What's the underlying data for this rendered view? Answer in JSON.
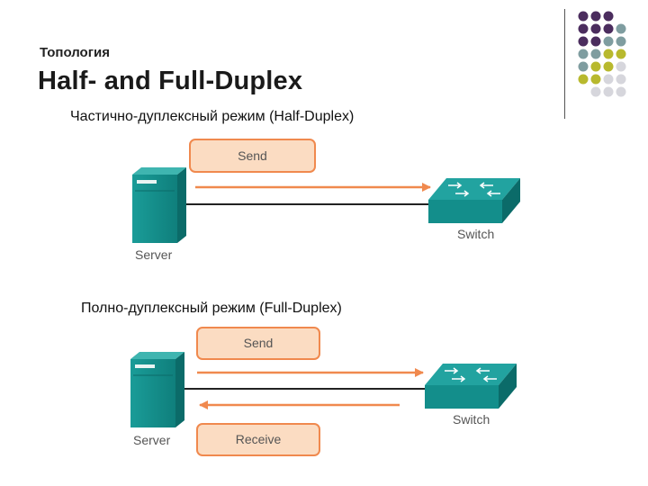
{
  "header": {
    "subtitle": "Топология",
    "title": "Half- and Full-Duplex"
  },
  "half_duplex": {
    "caption": "Частично-дуплексный режим (Half-Duplex)",
    "send_label": "Send",
    "server_label": "Server",
    "switch_label": "Switch"
  },
  "full_duplex": {
    "caption": "Полно-дуплексный режим (Full-Duplex)",
    "send_label": "Send",
    "receive_label": "Receive",
    "server_label": "Server",
    "switch_label": "Switch"
  },
  "colors": {
    "purple": "#4b2d5e",
    "teal_gray": "#7f9da0",
    "olive": "#b8b92e",
    "light_gray": "#d6d6dc",
    "device_teal": "#138e8b",
    "arrow_orange": "#f0894e",
    "box_fill": "#fbdcc2"
  }
}
